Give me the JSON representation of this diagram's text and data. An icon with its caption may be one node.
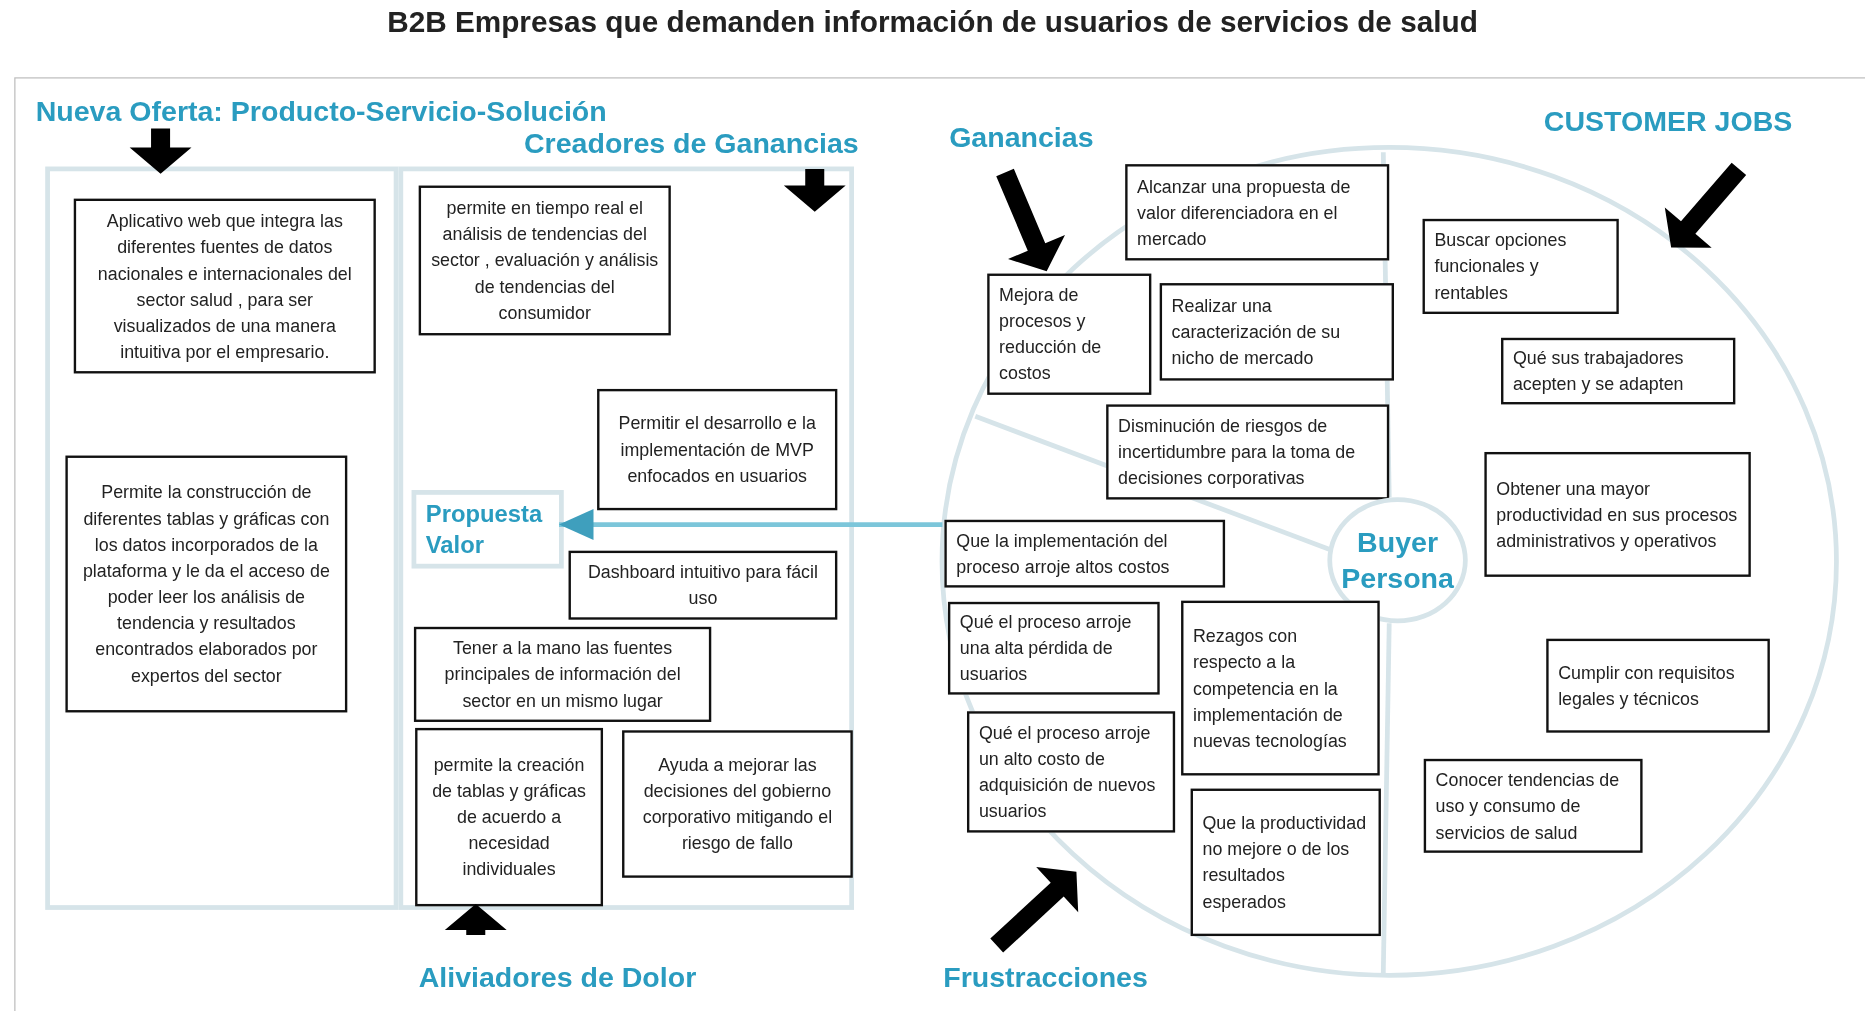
{
  "diagram": {
    "title": "B2B Empresas que demanden información de usuarios de servicios de salud",
    "nodes": [
      {
        "text": [],
        "shape": "box"
      },
      {
        "text": [
          "Aplicativo web que integra las diferentes fuentes de datos nacionales e internacionales del sector salud , para ser visualizados de una manera intuitiva por el empresario."
        ],
        "in": 0
      },
      {
        "text": [
          "Permite la construcción de diferentes tablas y gráficas con los datos incorporados de la plataforma y le da el acceso de poder leer los análisis de tendencia y resultados encontrados elaborados por expertos del sector"
        ],
        "in": 0
      },
      {
        "text": [],
        "shape": "box"
      },
      {
        "text": [
          "permite en tiempo real el análisis de tendencias del sector , evaluación y análisis de tendencias del consumidor"
        ],
        "in": 3
      },
      {
        "text": [
          "Permitir el desarrollo e la implementación de MVP enfocados en usuarios"
        ],
        "in": 3
      },
      {
        "text": [
          "Propuesta Valor"
        ],
        "in": 3
      },
      {
        "text": [
          "Dashboard intuitivo para fácil uso"
        ],
        "in": 3
      },
      {
        "text": [
          "Tener a la mano las fuentes principales de información del sector en un mismo lugar"
        ],
        "in": 3
      },
      {
        "text": [
          "permite la creación de tablas y gráficas de acuerdo a necesidad individuales"
        ],
        "in": 3
      },
      {
        "text": [
          "Ayuda a mejorar las decisiones del gobierno corporativo mitigando el riesgo de fallo"
        ],
        "in": 3
      },
      {
        "text": [],
        "shape": "circle"
      },
      {
        "text": [
          "Alcanzar una propuesta de valor diferenciadora en el mercado"
        ],
        "in": 11
      },
      {
        "text": [
          "Mejora de procesos y reducción de costos"
        ],
        "in": 11
      },
      {
        "text": [
          "Realizar una caracterización de su nicho de mercado"
        ],
        "in": 11
      },
      {
        "text": [
          "Disminución de riesgos de incertidumbre para la toma de decisiones corporativas"
        ],
        "in": 11
      },
      {
        "text": [
          "Que la implementación del proceso arroje altos costos"
        ],
        "in": 11
      },
      {
        "text": [
          "Buyer Persona"
        ],
        "in": 11
      },
      {
        "text": [
          "Qué el proceso arroje una alta pérdida de usuarios"
        ],
        "in": 11
      },
      {
        "text": [
          "Rezagos con respecto a la competencia en la implementación de nuevas tecnologías"
        ],
        "in": 11
      },
      {
        "text": [
          "Qué el proceso arroje un alto costo de adquisición de nuevos usuarios"
        ],
        "in": 11
      },
      {
        "text": [
          "Que la productividad no mejore o de los resultados esperados"
        ],
        "in": 11
      },
      {
        "text": [
          "Buscar opciones funcionales y rentables"
        ],
        "in": 11
      },
      {
        "text": [
          "Qué sus trabajadores acepten y se adapten"
        ],
        "in": 11
      },
      {
        "text": [
          "Obtener una mayor productividad en sus procesos administrativos y operativos"
        ],
        "in": 11
      },
      {
        "text": [
          "Cumplir con requisitos legales y técnicos"
        ],
        "in": 11
      },
      {
        "text": [
          "Conocer tendencias de uso y consumo de servicios de salud"
        ],
        "in": 11
      }
    ],
    "edges": [
      {
        "from": 11,
        "to": 6,
        "arrow": "to"
      }
    ],
    "labels": [
      "Nueva Oferta: Producto-Servicio-Solución",
      "Creadores de Ganancias",
      "Ganancias",
      "CUSTOMER JOBS",
      "Aliviadores de Dolor",
      "Frustracciones"
    ]
  }
}
